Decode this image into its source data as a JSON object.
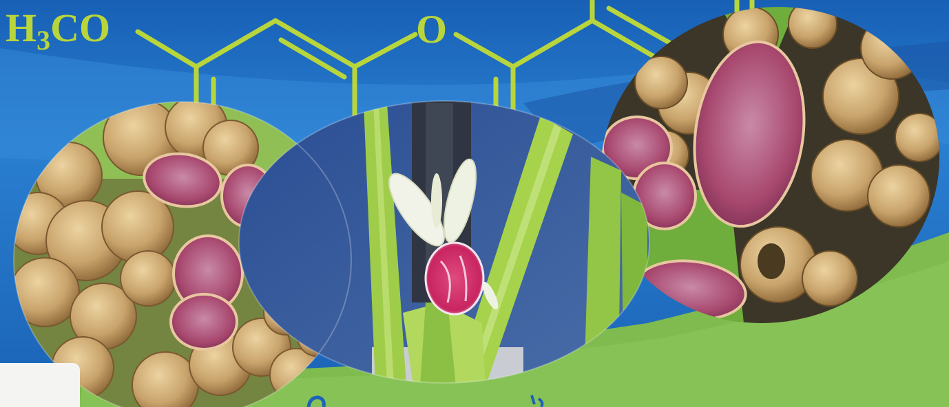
{
  "structure": {
    "methoxy": {
      "h": "H",
      "sub": "3",
      "co": "CO"
    },
    "oxygen": "O"
  },
  "colors": {
    "sky_blue": "#1a64b8",
    "band_green": "#7fbb4e",
    "bond_color": "#b9d53c",
    "rhizome_tan": "#c9a46c",
    "flesh_purple": "#a8486f",
    "petal_white": "#f1f3e8",
    "lip_magenta": "#d42d68",
    "label_box": "#f4f4f2"
  },
  "photos": [
    "rhizome-photo",
    "flower-photo",
    "rhizome-photo"
  ]
}
